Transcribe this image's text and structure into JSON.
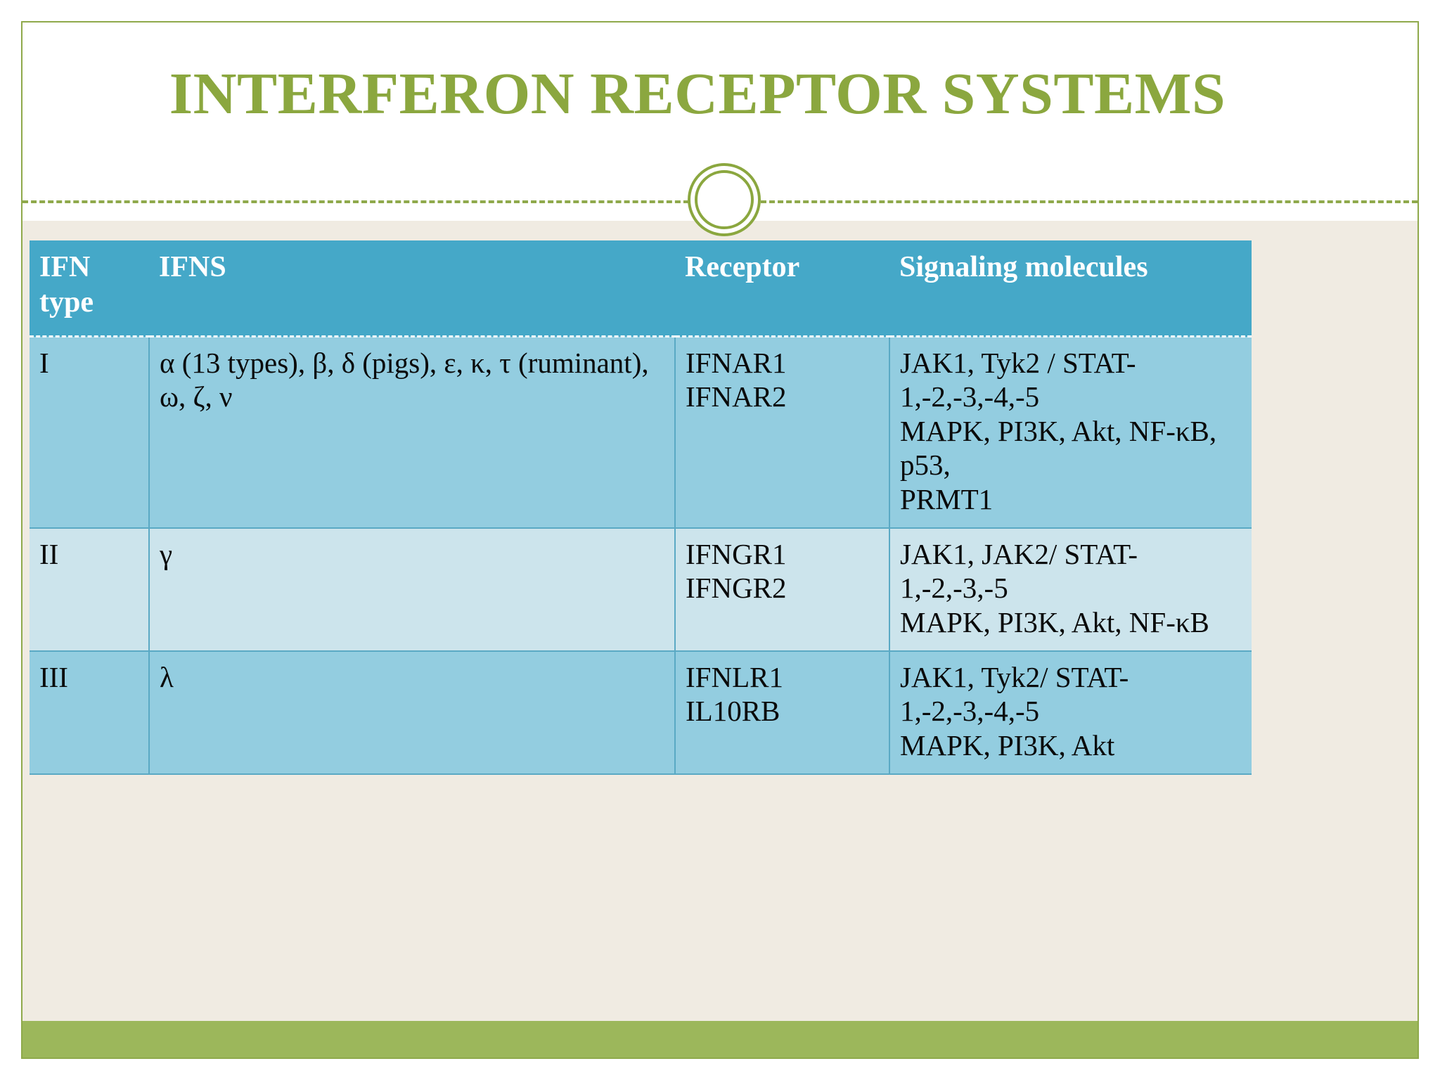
{
  "slide": {
    "title": "INTERFERON RECEPTOR SYSTEMS",
    "accent_green": "#8ba73f",
    "footer_green": "#9cb75b",
    "body_beige": "#f0ebe2",
    "table_header_blue": "#45a8c8",
    "row_odd_blue": "#93cde0",
    "row_even_blue": "#cce4ec"
  },
  "table": {
    "headers": [
      "IFN type",
      "IFNS",
      "Receptor",
      "Signaling molecules"
    ],
    "rows": [
      {
        "ifn_type": "I",
        "ifns": "α (13 types), β, δ (pigs), ε, κ, τ (ruminant), ω, ζ, ν",
        "receptor_line1": "IFNAR1",
        "receptor_line2": "IFNAR2",
        "signaling_line1": "JAK1, Tyk2 / STAT-1,-2,-3,-4,-5",
        "signaling_line2": "MAPK, PI3K, Akt, NF-κB, p53,",
        "signaling_line3": "PRMT1"
      },
      {
        "ifn_type": "II",
        "ifns": "γ",
        "receptor_line1": "IFNGR1",
        "receptor_line2": "IFNGR2",
        "signaling_line1": "JAK1, JAK2/ STAT-1,-2,-3,-5",
        "signaling_line2": "MAPK, PI3K, Akt, NF-κB",
        "signaling_line3": ""
      },
      {
        "ifn_type": "III",
        "ifns": "λ",
        "receptor_line1": "IFNLR1",
        "receptor_line2": "IL10RB",
        "signaling_line1": "JAK1, Tyk2/ STAT-1,-2,-3,-4,-5",
        "signaling_line2": "MAPK, PI3K, Akt",
        "signaling_line3": ""
      }
    ]
  }
}
